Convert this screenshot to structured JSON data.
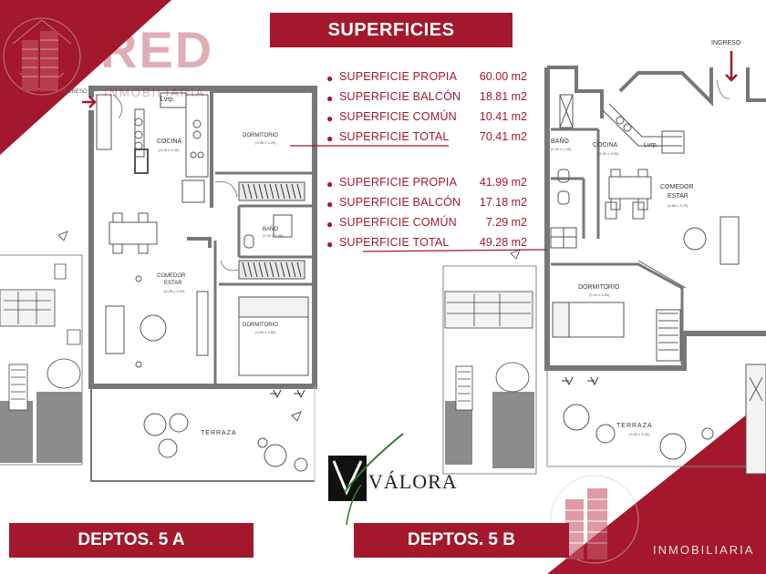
{
  "title": "SUPERFICIES",
  "superficies_a": [
    {
      "label": "SUPERFICIE PROPIA",
      "value": "60.00 m2"
    },
    {
      "label": "SUPERFICIE BALCÓN",
      "value": "18.81 m2"
    },
    {
      "label": "SUPERFICIE COMÚN",
      "value": "10.41 m2"
    },
    {
      "label": "SUPERFICIE TOTAL",
      "value": "70.41 m2"
    }
  ],
  "superficies_b": [
    {
      "label": "SUPERFICIE PROPIA",
      "value": "41.99 m2"
    },
    {
      "label": "SUPERFICIE BALCÓN",
      "value": "17.18 m2"
    },
    {
      "label": "SUPERFICIE COMÚN",
      "value": "7.29 m2"
    },
    {
      "label": "SUPERFICIE TOTAL",
      "value": "49.28 m2"
    }
  ],
  "depto_a": "DEPTOS. 5 A",
  "depto_b": "DEPTOS. 5 B",
  "brand": {
    "name": "RED",
    "sub": "INMOBILIARIA"
  },
  "developer_logo": "VÁLORA",
  "plan_a": {
    "ingreso": "INGRESO",
    "lvrp": "Lvrp.",
    "cocina": "COCINA",
    "cocina_dim": "(3.40 x 2.20)",
    "dormitorio1": "DORMITORIO",
    "dormitorio1_dim": "(3.45 x 3.20)",
    "bano": "BAÑO",
    "bano_dim": "(1.50 x 2.50)",
    "comedor": "COMEDOR",
    "estar": "ESTAR",
    "comedor_dim": "(5.25 x 3.30)",
    "dormitorio2": "DORMITORIO",
    "dormitorio2_dim": "(3.60 x 2.80)",
    "terraza": "TERRAZA"
  },
  "plan_b": {
    "ingreso": "INGRESO",
    "bano": "BAÑO",
    "bano_dim": "(2.20 x 1.40)",
    "cocina": "COCINA",
    "cocina_dim": "(2.30 x 3.00)",
    "lvrp": "Lvrp.",
    "comedor": "COMEDOR",
    "estar": "ESTAR",
    "comedor_dim": "(4.80 x 3.70)",
    "dormitorio": "DORMITORIO",
    "dormitorio_dim": "(3.10 x 3.60)",
    "terraza": "TERRAZA",
    "terraza_dim": "(3.90 x 5.25)"
  },
  "colors": {
    "accent": "#a3182c",
    "plan_line": "#555555",
    "building_shade": "#8c8c8c"
  }
}
